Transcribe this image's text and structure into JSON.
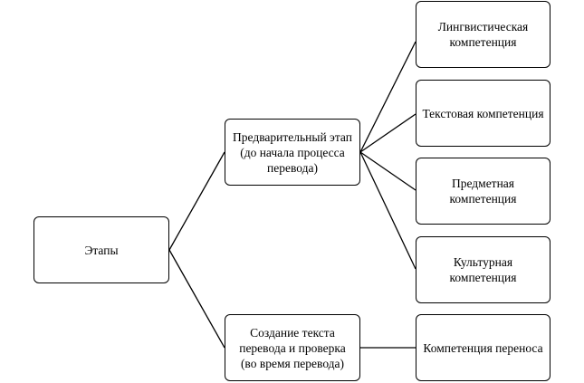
{
  "diagram": {
    "root": "Этапы",
    "stages": [
      {
        "label": "Предварительный этап (до начала процесса перевода)",
        "competences": [
          "Лингвистическая компетенция",
          "Текстовая компетенция",
          "Предметная компетенция",
          "Культурная компетенция"
        ]
      },
      {
        "label": "Создание текста перевода и проверка (во время перевода)",
        "competences": [
          "Компетенция переноса"
        ]
      }
    ]
  },
  "colors": {
    "line": "#000000",
    "box_border": "#000000",
    "background": "#ffffff"
  }
}
